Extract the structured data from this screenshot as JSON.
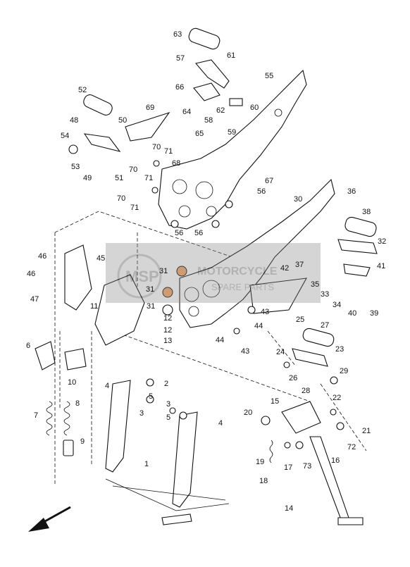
{
  "diagram": {
    "part_labels": [
      "1",
      "2",
      "3",
      "3",
      "4",
      "4",
      "5",
      "5",
      "6",
      "7",
      "8",
      "9",
      "10",
      "11",
      "12",
      "12",
      "13",
      "14",
      "15",
      "16",
      "17",
      "18",
      "19",
      "20",
      "21",
      "22",
      "23",
      "24",
      "25",
      "26",
      "27",
      "28",
      "29",
      "30",
      "31",
      "31",
      "31",
      "32",
      "33",
      "34",
      "35",
      "36",
      "37",
      "38",
      "39",
      "40",
      "41",
      "42",
      "43",
      "43",
      "44",
      "44",
      "45",
      "46",
      "46",
      "47",
      "48",
      "49",
      "50",
      "51",
      "52",
      "53",
      "54",
      "55",
      "56",
      "56",
      "56",
      "57",
      "58",
      "59",
      "60",
      "61",
      "62",
      "63",
      "64",
      "65",
      "66",
      "67",
      "68",
      "69",
      "70",
      "70",
      "70",
      "71",
      "71",
      "71",
      "72",
      "73"
    ],
    "watermark": "MSP MOTORCYCLE SPARE PARTS",
    "colors": {
      "line": "#111111",
      "highlight": "#f3a76a",
      "watermark": "#555555"
    },
    "icons": [
      "direction-arrow-icon",
      "msp-watermark-logo"
    ]
  }
}
